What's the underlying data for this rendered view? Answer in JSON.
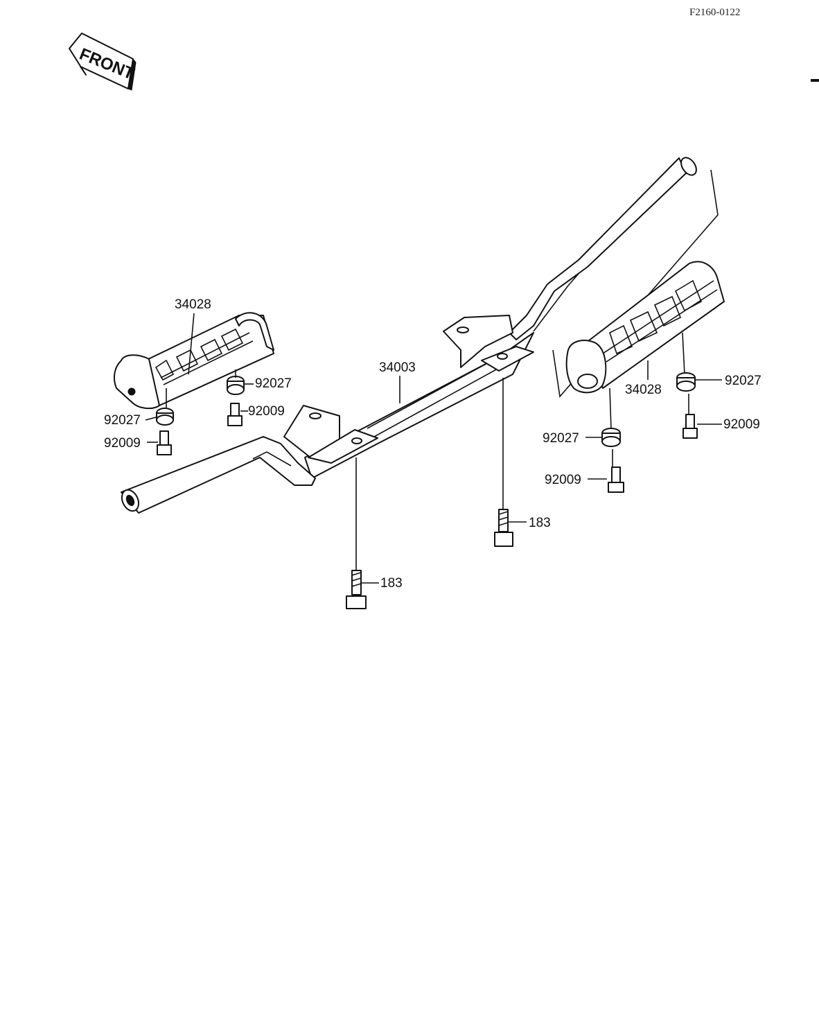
{
  "diagram_code": "F2160-0122",
  "front_label": "FRONT",
  "parts": {
    "bar": "34003",
    "left_footpeg": "34028",
    "right_footpeg": "34028",
    "left_inner_rubber": "92027",
    "left_inner_bolt": "92009",
    "left_outer_rubber": "92027",
    "left_outer_bolt": "92009",
    "right_rear_rubber": "92027",
    "right_rear_bolt": "92009",
    "right_front_rubber": "92027",
    "right_front_bolt": "92009",
    "bolt_left": "183",
    "bolt_right": "183"
  }
}
